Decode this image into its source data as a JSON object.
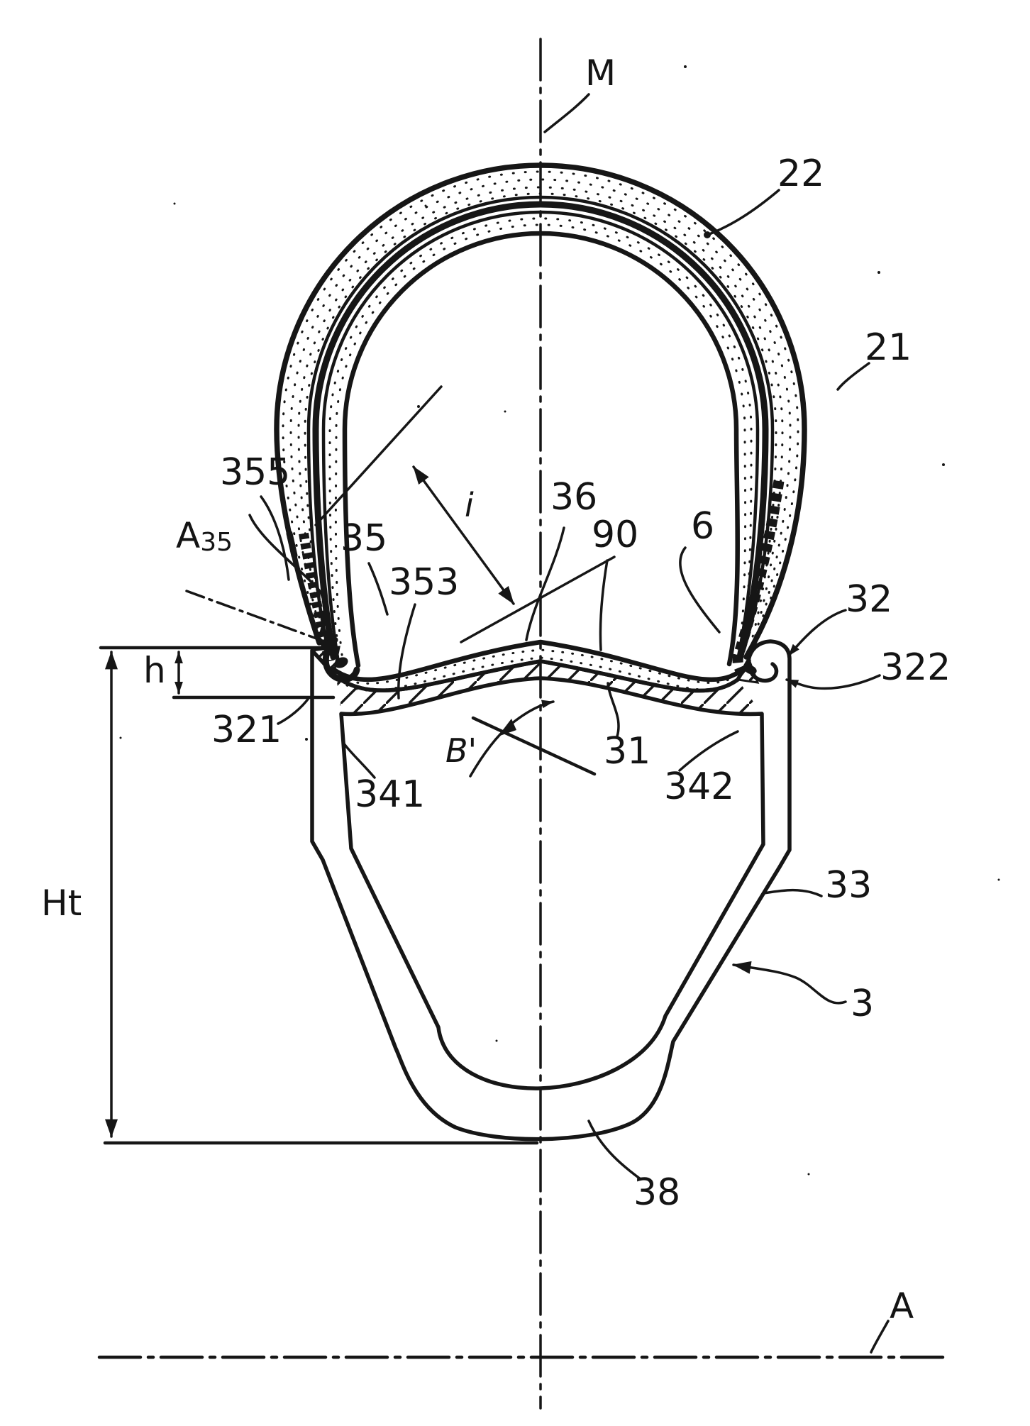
{
  "figure": {
    "kind": "patent line drawing",
    "subject": "tire and interior support cross-section",
    "background_color": "#ffffff",
    "ink_color": "#161616"
  },
  "labels": {
    "m": "M",
    "n22": "22",
    "n21": "21",
    "n355": "355",
    "a35_main": "A",
    "a35_sub": "35",
    "n35": "35",
    "n353": "353",
    "dim_i": "i",
    "n36": "36",
    "n90": "90",
    "n6": "6",
    "n32": "32",
    "n322": "322",
    "dim_h": "h",
    "n321": "321",
    "b_prime": "B'",
    "n31": "31",
    "n341": "341",
    "n342": "342",
    "dim_ht": "Ht",
    "n33": "33",
    "n3": "3",
    "n38": "38",
    "axis_a": "A"
  }
}
